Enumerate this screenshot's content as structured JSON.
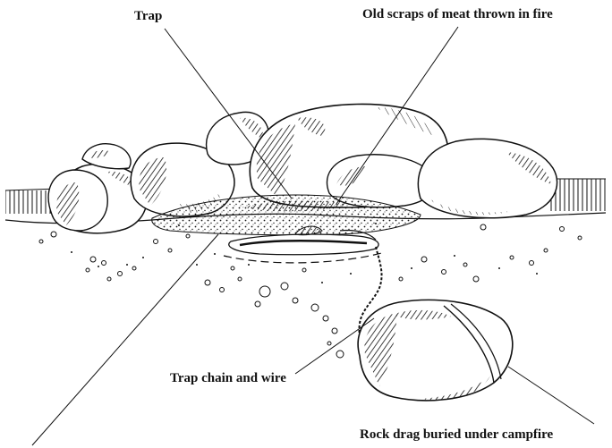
{
  "labels": {
    "trap": "Trap",
    "meat": "Old scraps of meat thrown in fire",
    "chain": "Trap chain and wire",
    "rock": "Rock drag buried under campfire"
  },
  "colors": {
    "ink": "#111111",
    "paper": "#ffffff"
  }
}
